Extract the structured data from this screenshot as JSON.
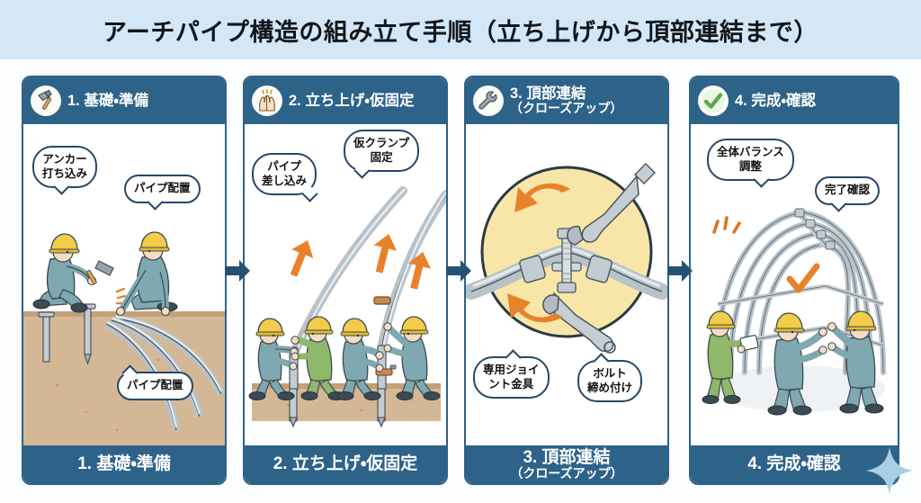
{
  "title": "アーチパイプ構造の組み立て手順（立ち上げから頂部連結まで）",
  "theme": {
    "title_band_bg": "#d3e7f6",
    "panel_border": "#2e6389",
    "header_bg": "#2e6389",
    "header_text": "#ffffff",
    "page_bg": "#fbfdfe",
    "accent_orange": "#e8822a",
    "soil": "#d4b896",
    "soil_dark": "#c2a078",
    "pipe_gray": "#b8c2c9",
    "worker_blue": "#7fa8b0",
    "worker_green": "#8fb86a",
    "helmet_yellow": "#f2cc4a",
    "circle_yellow": "#f7e6a8",
    "check_green": "#5aa84f",
    "sparkle": "#a9cfe6"
  },
  "connectors": [
    {
      "name": "arrow-1-to-2",
      "glyph": "right-arrow-icon"
    },
    {
      "name": "arrow-2-to-3",
      "glyph": "right-arrow-icon"
    },
    {
      "name": "arrow-3-to-4",
      "glyph": "right-arrow-icon"
    }
  ],
  "panels": [
    {
      "id": 1,
      "icon": "hammer-icon",
      "header_title": "1. 基礎・準備",
      "header_subtitle": "",
      "footer_title": "1. 基礎・準備",
      "footer_subtitle": "",
      "bubbles": [
        {
          "name": "bubble-anchor-driving",
          "text_lines": [
            "アンカー",
            "打ち込み"
          ]
        },
        {
          "name": "bubble-pipe-layout-top",
          "text_lines": [
            "パイプ配置"
          ]
        },
        {
          "name": "bubble-pipe-layout-bottom",
          "text_lines": [
            "パイプ配置"
          ]
        }
      ],
      "scene": {
        "description": "二人の作業員が地面にアンカーを打ち込み、パイプを配置している",
        "worker_count": 2,
        "ground": "土"
      }
    },
    {
      "id": 2,
      "icon": "raising-hands-icon",
      "header_title": "2. 立ち上げ・仮固定",
      "header_subtitle": "",
      "footer_title": "2. 立ち上げ・仮固定",
      "footer_subtitle": "",
      "bubbles": [
        {
          "name": "bubble-pipe-insertion",
          "text_lines": [
            "パイプ",
            "差し込み"
          ]
        },
        {
          "name": "bubble-temp-clamp",
          "text_lines": [
            "仮クランプ",
            "固定"
          ]
        }
      ],
      "scene": {
        "description": "四人の作業員がパイプを立ち上げ、上向きの矢印で持ち上げを示す",
        "worker_count": 4,
        "arrow_count": 3,
        "ground": "土"
      }
    },
    {
      "id": 3,
      "icon": "wrench-icon",
      "header_title": "3. 頂部連結",
      "header_subtitle": "（クローズアップ）",
      "footer_title": "3. 頂部連結",
      "footer_subtitle": "（クローズアップ）",
      "bubbles": [
        {
          "name": "bubble-dedicated-joint",
          "text_lines": [
            "専用ジョイ",
            "ント金具"
          ]
        },
        {
          "name": "bubble-bolt-tightening",
          "text_lines": [
            "ボルト",
            "締め付け"
          ]
        }
      ],
      "scene": {
        "description": "拡大図。黄色い円の中でパイプ頂部をジョイント金具とボルトで締め付け、二本のスパナと回転矢印",
        "wrench_count": 2,
        "rotation_arrows": 2
      }
    },
    {
      "id": 4,
      "icon": "check-circle-icon",
      "header_title": "4. 完成・確認",
      "header_subtitle": "",
      "footer_title": "4. 完成・確認",
      "footer_subtitle": "",
      "bubbles": [
        {
          "name": "bubble-overall-balance",
          "text_lines": [
            "全体バランス",
            "調整"
          ]
        },
        {
          "name": "bubble-completion-check",
          "text_lines": [
            "完了確認"
          ]
        }
      ],
      "scene": {
        "description": "完成したアーチパイプ構造を三人の作業員が確認、オレンジのチェックマーク",
        "worker_count": 3,
        "check_marks": 1
      }
    }
  ],
  "watermark": {
    "name": "sparkle-icon",
    "shape": "four-point-star"
  }
}
